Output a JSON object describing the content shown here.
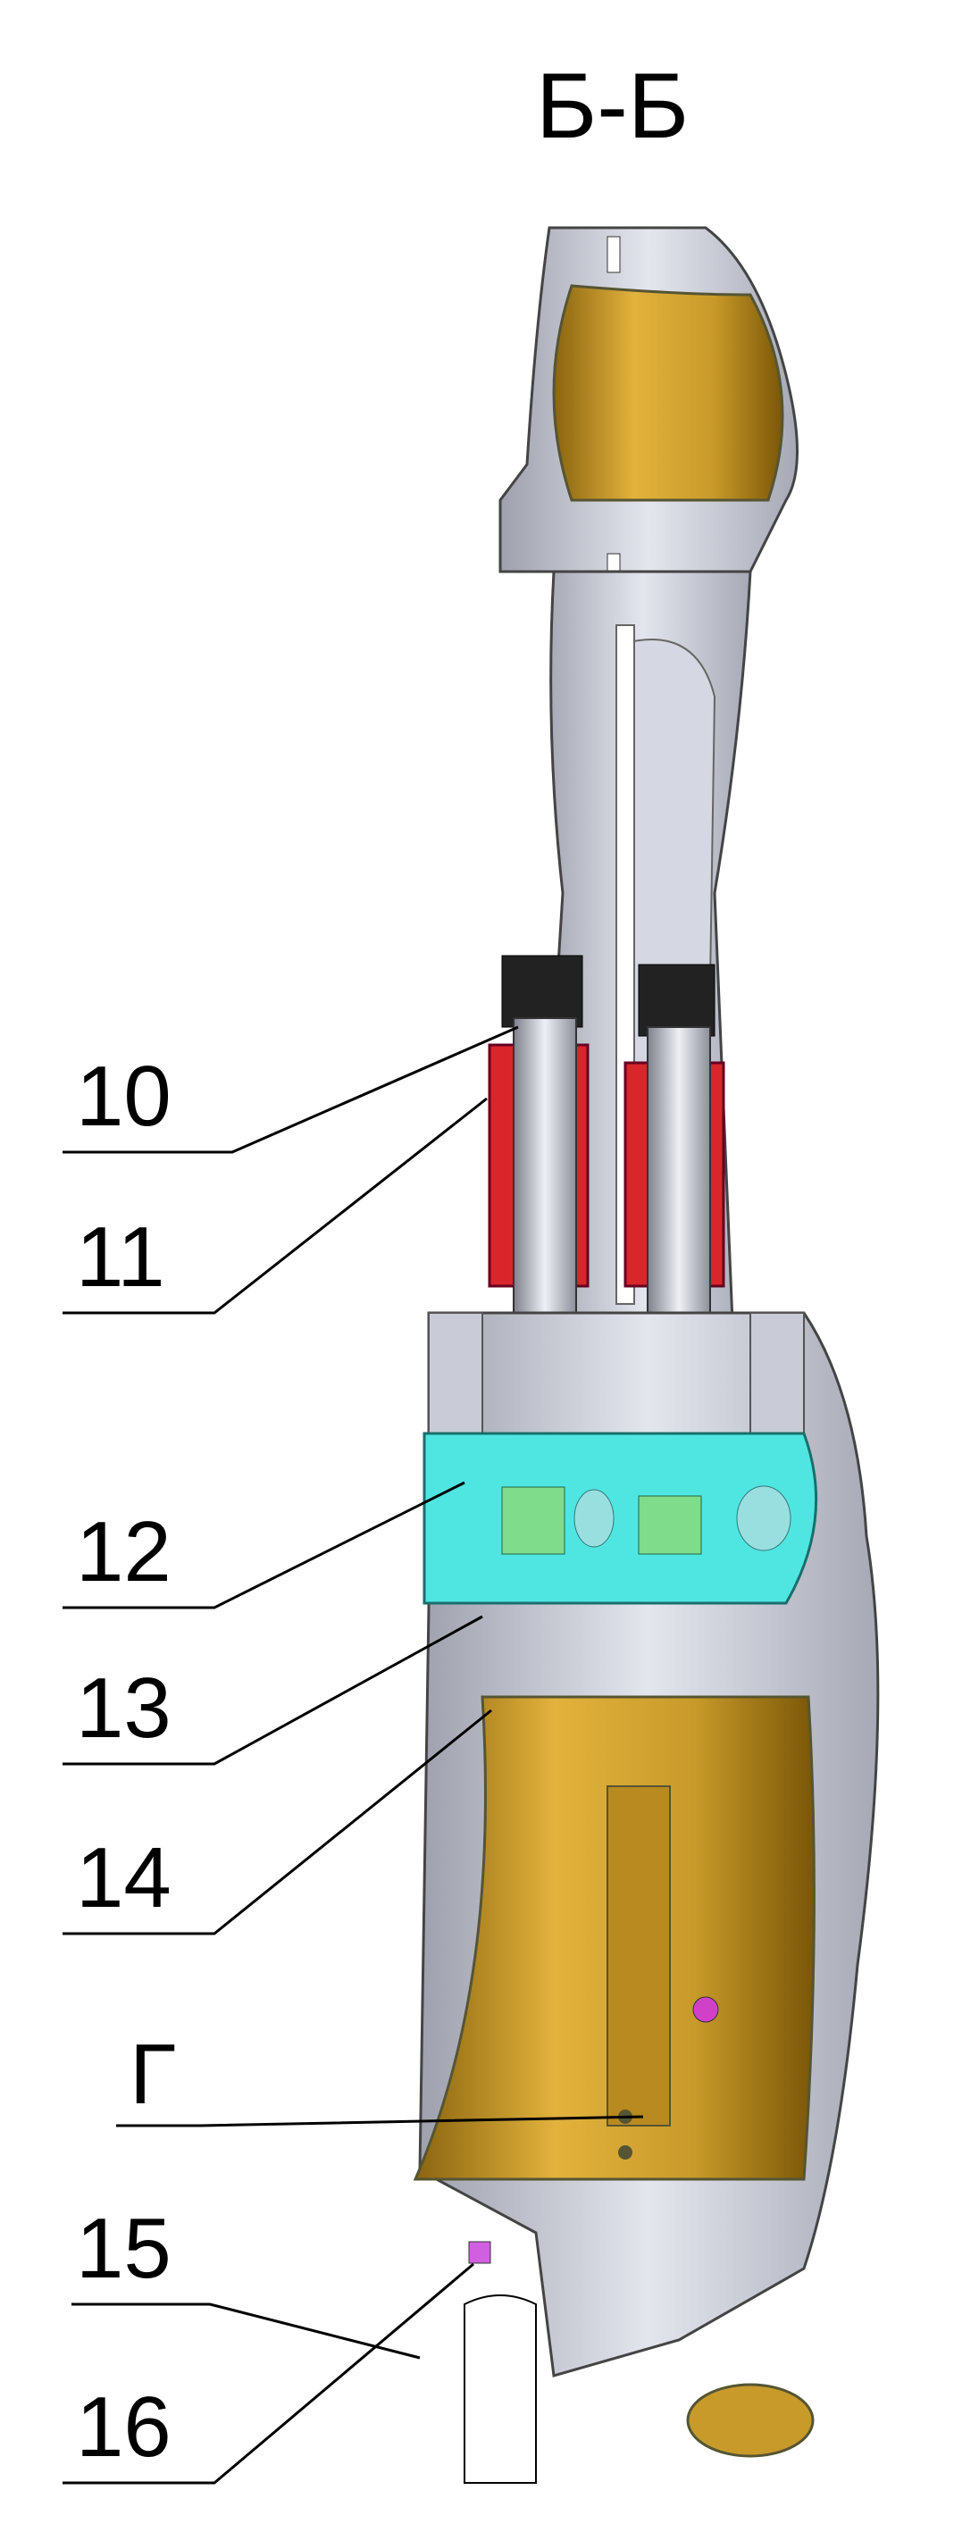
{
  "section_title": "Б-Б",
  "callouts": [
    {
      "id": "10",
      "text": "10"
    },
    {
      "id": "11",
      "text": "11"
    },
    {
      "id": "12",
      "text": "12"
    },
    {
      "id": "13",
      "text": "13"
    },
    {
      "id": "14",
      "text": "14"
    },
    {
      "id": "g",
      "text": "Г"
    },
    {
      "id": "15",
      "text": "15"
    },
    {
      "id": "16",
      "text": "16"
    }
  ],
  "colors": {
    "body_grey": "#c9ccd6",
    "body_dark": "#8a8d99",
    "bronze": "#c89a2a",
    "bronze_dark": "#8a6410",
    "red_sleeve": "#d8262a",
    "cyan_block": "#4fe6e2",
    "green_band": "#7fdc8a",
    "magenta_marker": "#d060e0"
  }
}
